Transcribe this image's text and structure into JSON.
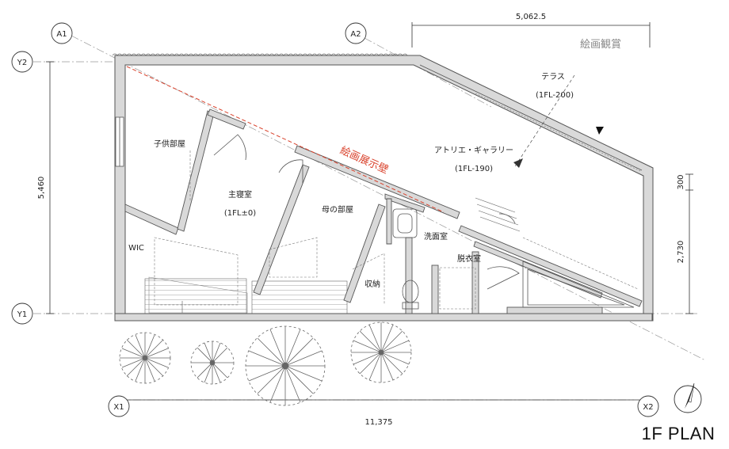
{
  "plan": {
    "title": "1F PLAN",
    "grid_labels": {
      "a1": "A1",
      "a2": "A2",
      "y1": "Y1",
      "y2": "Y2",
      "x1": "X1",
      "x2": "X2"
    },
    "dimensions": {
      "top": "5,062.5",
      "left": "5,460",
      "right_small": "300",
      "right_large": "2,730",
      "bottom": "11,375"
    },
    "annotations": {
      "view_label": "絵画観賞",
      "gallery_wall": "絵画展示壁"
    },
    "rooms": {
      "terrace": "テラス",
      "terrace_level": "(1FL-200)",
      "atelier": "アトリエ・ギャラリー",
      "atelier_level": "(1FL-190)",
      "kids_room": "子供部屋",
      "master_bedroom": "主寝室",
      "master_level": "(1FL±0)",
      "mother_room": "母の部屋",
      "wic": "WIC",
      "storage": "収納",
      "washroom": "洗面室",
      "dressing": "脱衣室"
    }
  }
}
